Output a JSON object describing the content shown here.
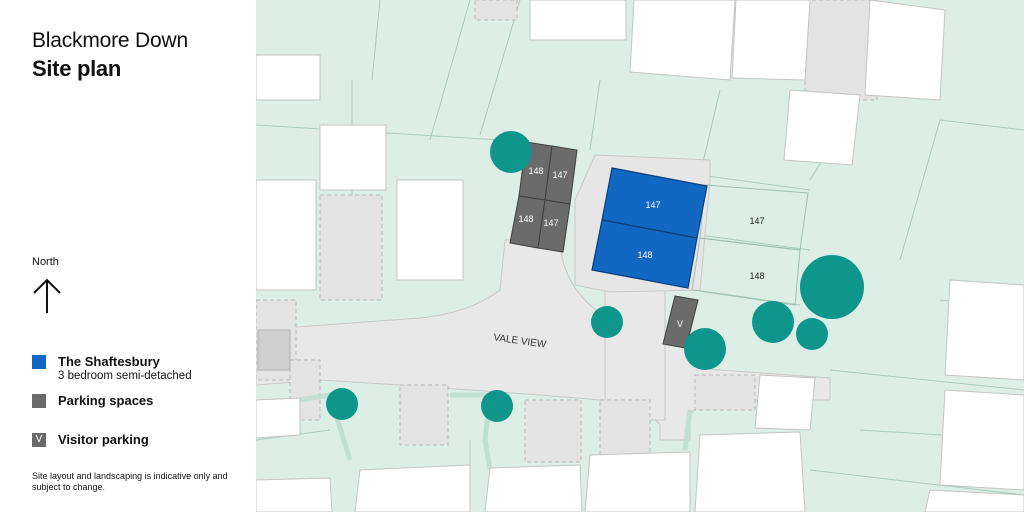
{
  "header": {
    "development": "Blackmore Down",
    "title": "Site plan"
  },
  "compass": {
    "label": "North",
    "icon": "north-arrow-icon"
  },
  "legend": {
    "shaftesbury": {
      "title": "The Shaftesbury",
      "subtitle": "3 bedroom semi-detached",
      "color": "#1167c2"
    },
    "parking": {
      "title": "Parking spaces",
      "color": "#6b6b6b"
    },
    "visitor": {
      "symbol": "V",
      "title": "Visitor parking",
      "color": "#6b6b6b"
    }
  },
  "disclaimer": "Site layout and landscaping is indicative only and subject to change.",
  "map": {
    "street_name": "VALE VIEW",
    "plots": [
      "147",
      "148"
    ],
    "gardens": [
      "147",
      "148"
    ],
    "parking_spaces": [
      "148",
      "147",
      "148",
      "147"
    ],
    "visitor_bay": "V",
    "colors": {
      "land": "#ddeee6",
      "road": "#e8e8e8",
      "building": "#ffffff",
      "tree": "#0f968c",
      "path": "#bfe0d2",
      "plot_line": "#9fbfb3"
    }
  }
}
